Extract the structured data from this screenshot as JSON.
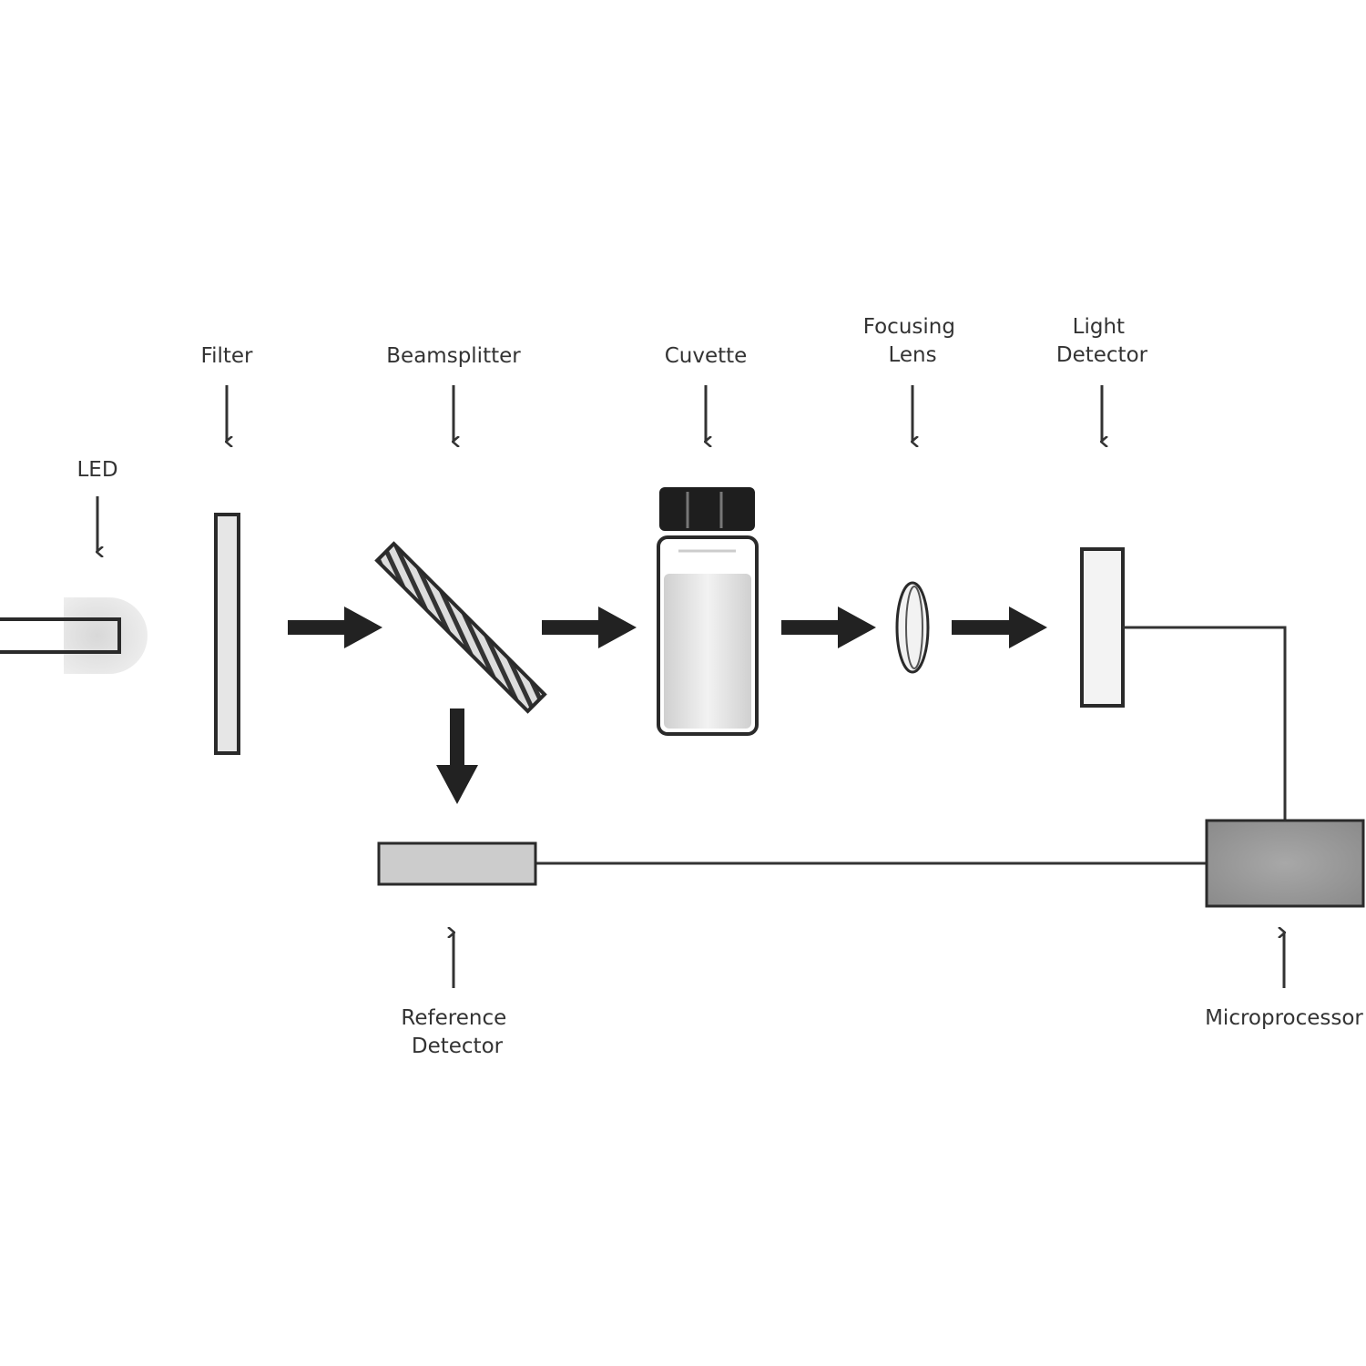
{
  "labels": {
    "led": "LED",
    "filter": "Filter",
    "beamsplitter": "Beamsplitter",
    "cuvette": "Cuvette",
    "focusing_lens": [
      "Focusing",
      "Lens"
    ],
    "light_detector": [
      "Light",
      "Detector"
    ],
    "reference_detector": [
      "Reference",
      "Detector"
    ],
    "microprocessor": "Microprocessor"
  },
  "colors": {
    "ink": "#2a2a2a",
    "beam_arrow": "#222222",
    "filter_fill": "#e6e6e6",
    "reference_detector_fill": "#cccccc",
    "microprocessor_fill": "#999999",
    "cuvette_cap": "#1e1e1e"
  }
}
